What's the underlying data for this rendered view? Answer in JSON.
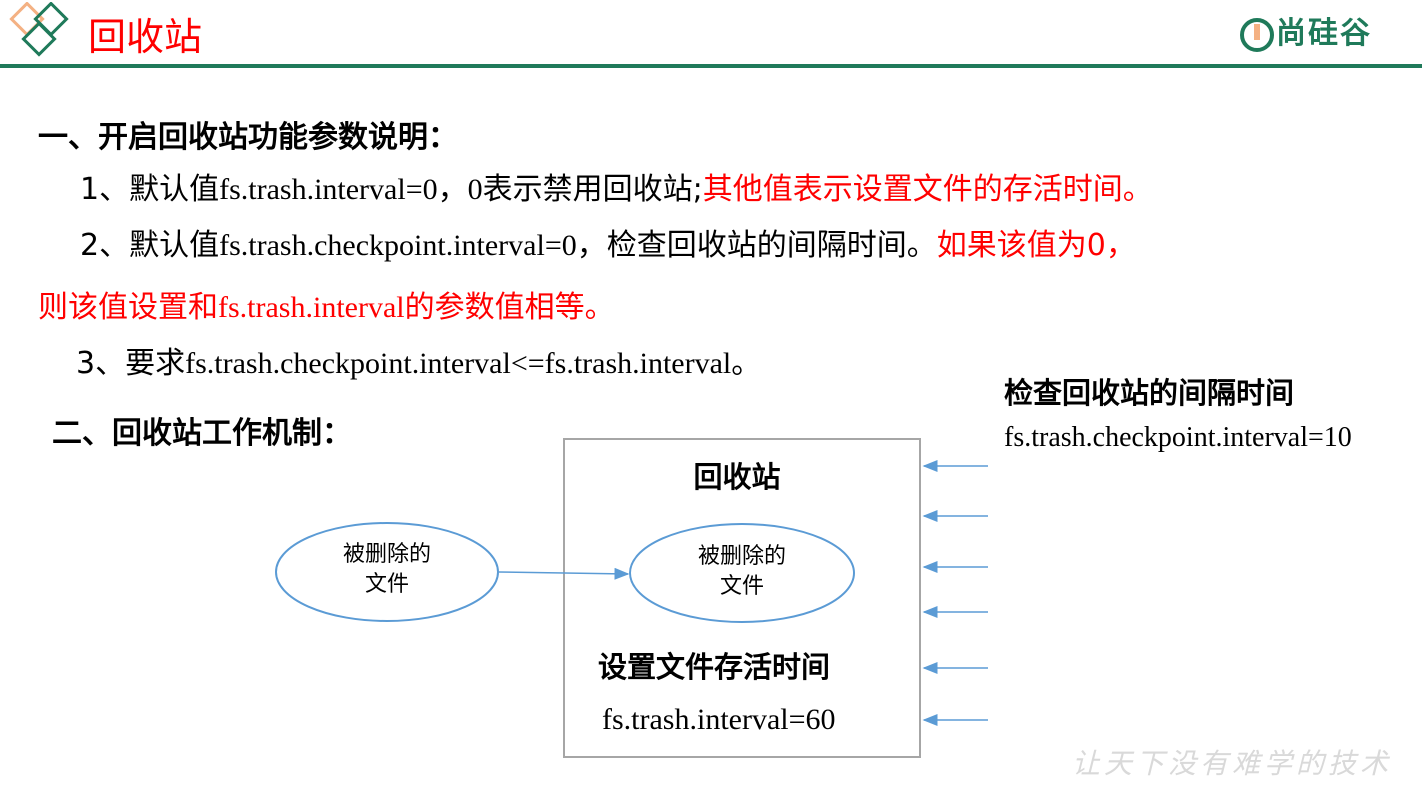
{
  "header": {
    "title": "回收站",
    "logo_text": "尚硅谷",
    "accent_color": "#1f7a5a",
    "title_color": "#ff0000"
  },
  "section1": {
    "heading": "一、开启回收站功能参数说明：",
    "item1": {
      "prefix": "1、默认值",
      "code": "fs.trash.interval=0，0",
      "text": "表示禁用回收站;",
      "red_text": "其他值表示设置文件的存活时间。"
    },
    "item2": {
      "prefix": "2、默认值",
      "code": "fs.trash.checkpoint.interval=0，",
      "text": "检查回收站的间隔时间。",
      "red_text_1": "如果该值为0，",
      "red_text_2a": "则该值设置和",
      "red_code": "fs.trash.interval",
      "red_text_2b": "的参数值相等。"
    },
    "item3": {
      "prefix": "3、要求",
      "code": "fs.trash.checkpoint.interval<=fs.trash.interval",
      "suffix": "。"
    }
  },
  "section2": {
    "heading": "二、回收站工作机制："
  },
  "diagram": {
    "deleted_file_outside": [
      "被删除的",
      "文件"
    ],
    "trash_title": "回收站",
    "deleted_file_inside": [
      "被删除的",
      "文件"
    ],
    "lifetime_label": "设置文件存活时间",
    "lifetime_param": "fs.trash.interval=60",
    "check_label": "检查回收站的间隔时间",
    "check_param": "fs.trash.checkpoint.interval=10",
    "arrow_color": "#5b9bd5"
  },
  "footer": {
    "slogan": "让天下没有难学的技术"
  }
}
